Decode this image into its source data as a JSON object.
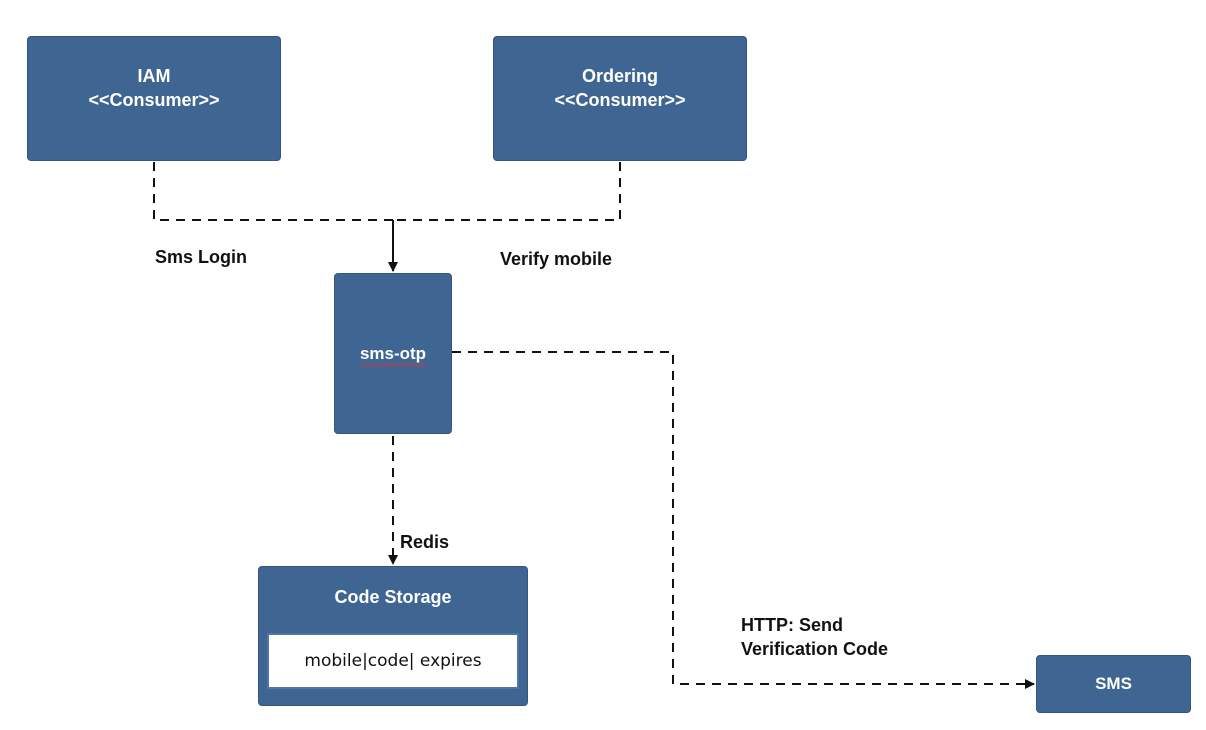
{
  "nodes": {
    "iam": {
      "line1": "IAM",
      "line2": "<<Consumer>>"
    },
    "ordering": {
      "line1": "Ordering",
      "line2": "<<Consumer>>"
    },
    "sms_otp": {
      "label": "sms-otp"
    },
    "code_storage": {
      "title": "Code Storage",
      "fields": "mobile|code| expires"
    },
    "sms": {
      "label": "SMS"
    }
  },
  "edges": {
    "sms_login": "Sms Login",
    "verify_mobile": "Verify mobile",
    "redis": "Redis",
    "http_line1": "HTTP: Send",
    "http_line2": "Verification Code"
  },
  "colors": {
    "box_fill": "#3f6592",
    "box_border": "#34557d",
    "connector": "#111111"
  }
}
